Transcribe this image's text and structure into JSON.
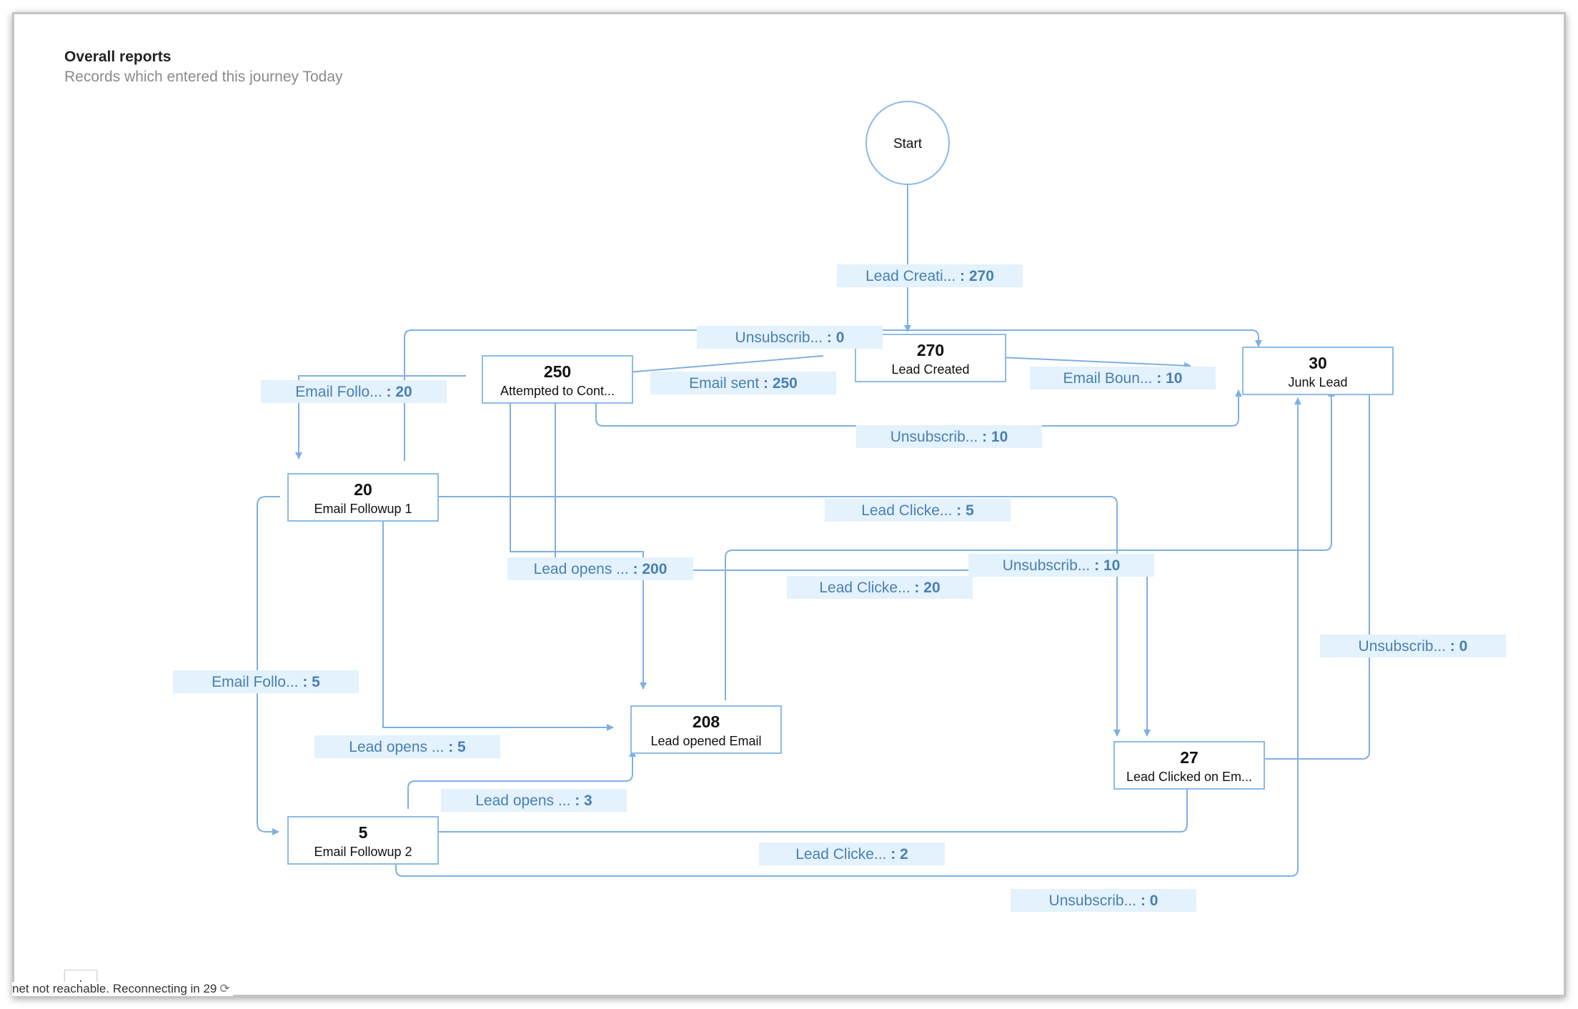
{
  "header": {
    "title": "Overall reports",
    "subtitle": "Records which entered this journey Today"
  },
  "diagram": {
    "start": {
      "label": "Start"
    },
    "nodes": [
      {
        "id": "lead-created",
        "count": "270",
        "label": "Lead Created"
      },
      {
        "id": "attempted",
        "count": "250",
        "label": "Attempted to Cont..."
      },
      {
        "id": "junk-lead",
        "count": "30",
        "label": "Junk Lead"
      },
      {
        "id": "email-followup-1",
        "count": "20",
        "label": "Email Followup 1"
      },
      {
        "id": "lead-opened-email",
        "count": "208",
        "label": "Lead opened Email"
      },
      {
        "id": "lead-clicked",
        "count": "27",
        "label": "Lead Clicked on Em..."
      },
      {
        "id": "email-followup-2",
        "count": "5",
        "label": "Email Followup 2"
      }
    ],
    "edges": [
      {
        "id": "lead-creation",
        "label": "Lead Creati...",
        "value": "270"
      },
      {
        "id": "unsub-top",
        "label": "Unsubscrib...",
        "value": "0"
      },
      {
        "id": "email-sent",
        "label": "Email sent",
        "value": "250"
      },
      {
        "id": "email-bounce",
        "label": "Email Boun...",
        "value": "10"
      },
      {
        "id": "email-follo-20",
        "label": "Email Follo...",
        "value": "20"
      },
      {
        "id": "unsub-attempted",
        "label": "Unsubscrib...",
        "value": "10"
      },
      {
        "id": "lead-clicke-5",
        "label": "Lead Clicke...",
        "value": "5"
      },
      {
        "id": "lead-opens-200",
        "label": "Lead opens ...",
        "value": "200"
      },
      {
        "id": "unsub-opened",
        "label": "Unsubscrib...",
        "value": "10"
      },
      {
        "id": "lead-clicke-20",
        "label": "Lead Clicke...",
        "value": "20"
      },
      {
        "id": "unsub-clicked",
        "label": "Unsubscrib...",
        "value": "0"
      },
      {
        "id": "email-follo-5",
        "label": "Email Follo...",
        "value": "5"
      },
      {
        "id": "lead-opens-5",
        "label": "Lead opens ...",
        "value": "5"
      },
      {
        "id": "lead-opens-3",
        "label": "Lead opens ...",
        "value": "3"
      },
      {
        "id": "lead-clicke-2",
        "label": "Lead Clicke...",
        "value": "2"
      },
      {
        "id": "unsub-followup2",
        "label": "Unsubscrib...",
        "value": "0"
      }
    ]
  },
  "status": {
    "message": "net not reachable. Reconnecting in 29",
    "refresh_icon": "refresh-icon"
  },
  "controls": {
    "zoom_in": "+"
  },
  "colors": {
    "line": "#7fb0e3",
    "label_bg": "#e3f2fc",
    "label_text": "#4a7fb0",
    "node_border": "#8cbbe8",
    "title_text": "#222222",
    "subtitle_text": "#8a8a8a"
  }
}
